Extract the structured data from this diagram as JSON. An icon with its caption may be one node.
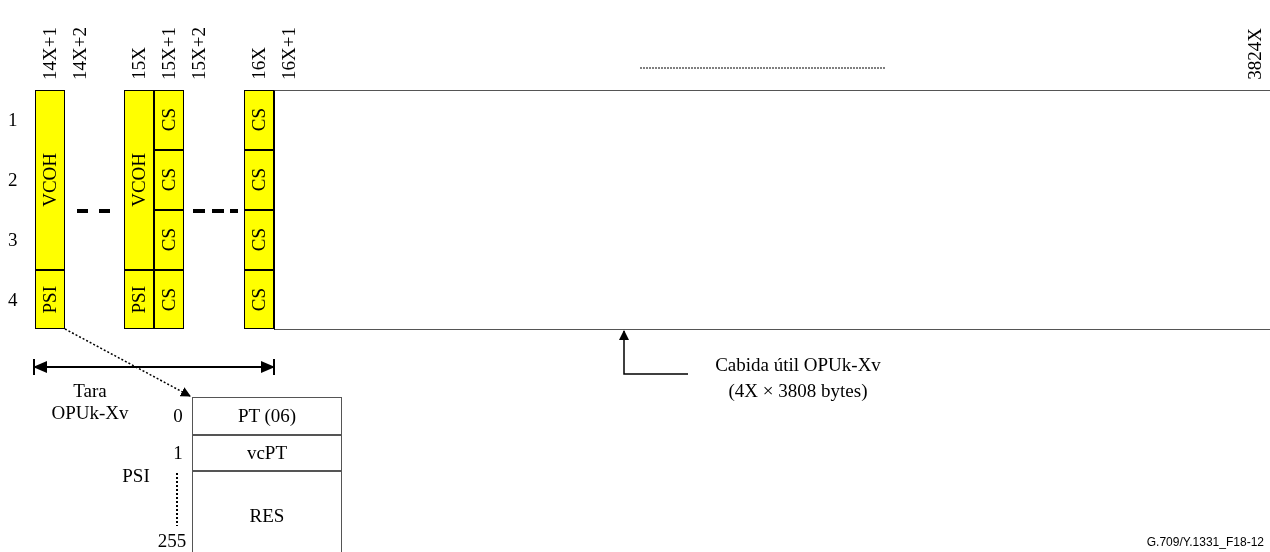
{
  "diagram": {
    "nodes": [
      {
        "text": [
          "VCOH"
        ]
      },
      {
        "text": [
          "PSI"
        ]
      },
      {
        "text": [
          "VCOH"
        ]
      },
      {
        "text": [
          "PSI"
        ]
      },
      {
        "text": [
          "CS"
        ]
      },
      {
        "text": [
          "CS"
        ]
      },
      {
        "text": [
          "CS"
        ]
      },
      {
        "text": [
          "CS"
        ]
      },
      {
        "text": [
          "CS"
        ]
      },
      {
        "text": [
          "CS"
        ]
      },
      {
        "text": [
          "CS"
        ]
      },
      {
        "text": [
          "CS"
        ]
      },
      {
        "text": [],
        "shape": "box"
      },
      {
        "text": [
          "PT (06)"
        ]
      },
      {
        "text": [
          "vcPT"
        ]
      },
      {
        "text": [
          "RES"
        ]
      },
      {
        "text": [
          "Cabida útil OPUk-Xv",
          "(4X × 3808 bytes)"
        ]
      }
    ],
    "edges": [
      {
        "from": 1,
        "to": 13,
        "arrow": "to",
        "style": "dashed"
      },
      {
        "from": 16,
        "to": 12,
        "arrow": "to"
      }
    ],
    "labels": [
      "14X+1",
      "14X+2",
      "15X",
      "15X+1",
      "15X+2",
      "16X",
      "16X+1",
      "3824X",
      "1",
      "2",
      "3",
      "4",
      "Tara OPUk-Xv",
      "0",
      "1",
      "PSI",
      "255",
      "G.709/Y.1331_F18-12"
    ]
  }
}
